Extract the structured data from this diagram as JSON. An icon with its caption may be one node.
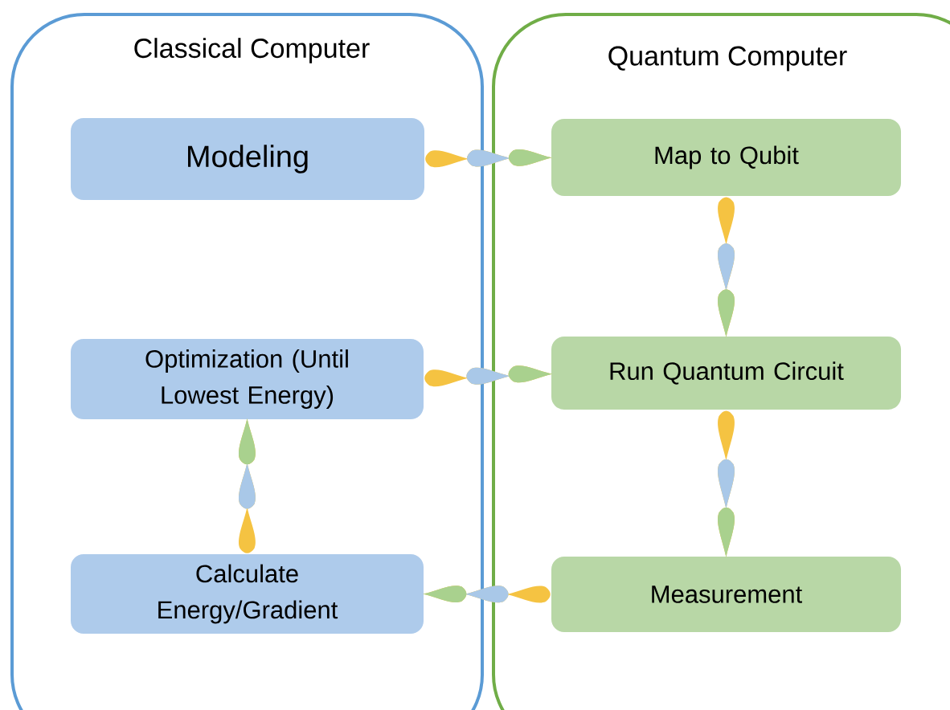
{
  "diagram": {
    "nodes": [
      {
        "text": [
          "Classical Computer"
        ]
      },
      {
        "text": [
          "Quantum Computer"
        ]
      },
      {
        "text": [
          "Modeling"
        ],
        "in": 0
      },
      {
        "text": [
          "Optimization (Until Lowest Energy)"
        ],
        "in": 0
      },
      {
        "text": [
          "Calculate Energy/Gradient"
        ],
        "in": 0
      },
      {
        "text": [
          "Map to Qubit"
        ],
        "in": 1
      },
      {
        "text": [
          "Run Quantum Circuit"
        ],
        "in": 1
      },
      {
        "text": [
          "Measurement"
        ],
        "in": 1
      }
    ],
    "edges": [
      {
        "from": 2,
        "to": 5,
        "arrow": "to"
      },
      {
        "from": 5,
        "to": 6,
        "arrow": "to"
      },
      {
        "from": 6,
        "to": 7,
        "arrow": "to"
      },
      {
        "from": 7,
        "to": 4,
        "arrow": "to"
      },
      {
        "from": 4,
        "to": 3,
        "arrow": "to"
      },
      {
        "from": 3,
        "to": 6,
        "arrow": "to"
      }
    ]
  }
}
